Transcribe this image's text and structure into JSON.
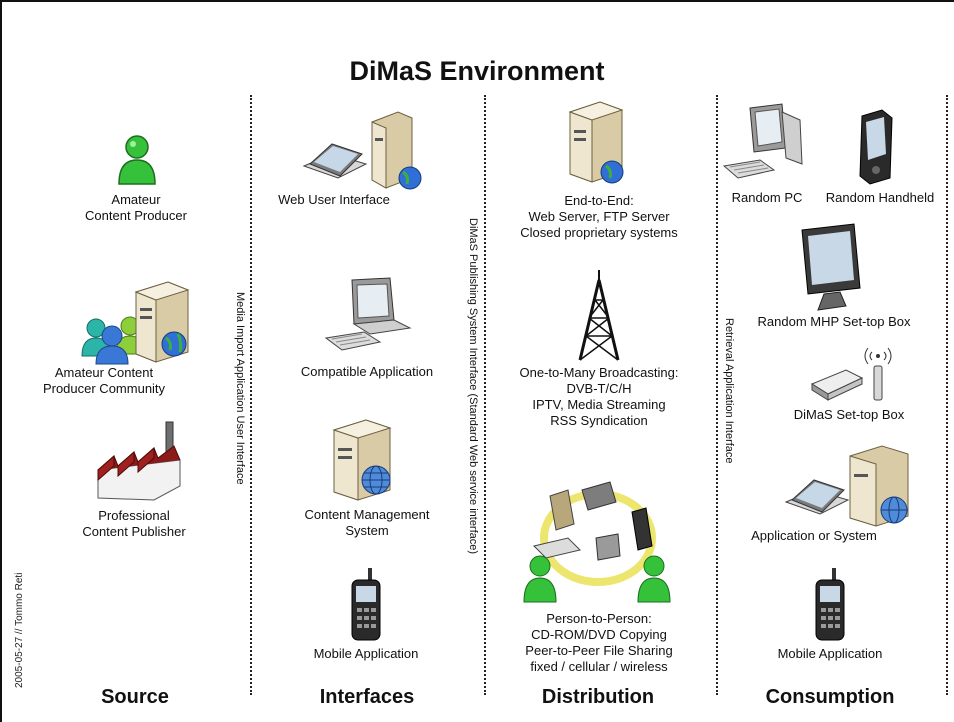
{
  "title": "DiMaS Environment",
  "credit": "2005-05-27 // Tommo Reti",
  "columns": {
    "source": "Source",
    "interfaces": "Interfaces",
    "distribution": "Distribution",
    "consumption": "Consumption"
  },
  "separators": {
    "media_import": "Media Import Application User Interface",
    "publishing": "DiMaS Publishing System Interface (Standard Web service interface)",
    "retrieval": "Retrieval Application Interface"
  },
  "source": {
    "amateur": "Amateur\nContent Producer",
    "community": "Amateur Content\nProducer Community",
    "professional": "Professional\nContent Publisher"
  },
  "interfaces": {
    "web": "Web User Interface",
    "compatible": "Compatible Application",
    "cms": "Content Management\nSystem",
    "mobile": "Mobile Application"
  },
  "distribution": {
    "e2e": "End-to-End:\nWeb Server, FTP Server\nClosed proprietary systems",
    "broadcast": "One-to-Many Broadcasting:\nDVB-T/C/H\nIPTV, Media Streaming\nRSS Syndication",
    "p2p": "Person-to-Person:\nCD-ROM/DVD Copying\nPeer-to-Peer File Sharing\nfixed / cellular / wireless"
  },
  "consumption": {
    "pc": "Random PC",
    "handheld": "Random Handheld",
    "mhp": "Random MHP Set-top Box",
    "stb": "DiMaS Set-top Box",
    "app": "Application or System",
    "mobile": "Mobile Application"
  },
  "colors": {
    "person": "#35c23a",
    "server": "#e7dcc0",
    "globe": "#2f6fd6",
    "factory_roof": "#8b1a1a",
    "border": "#111111"
  }
}
